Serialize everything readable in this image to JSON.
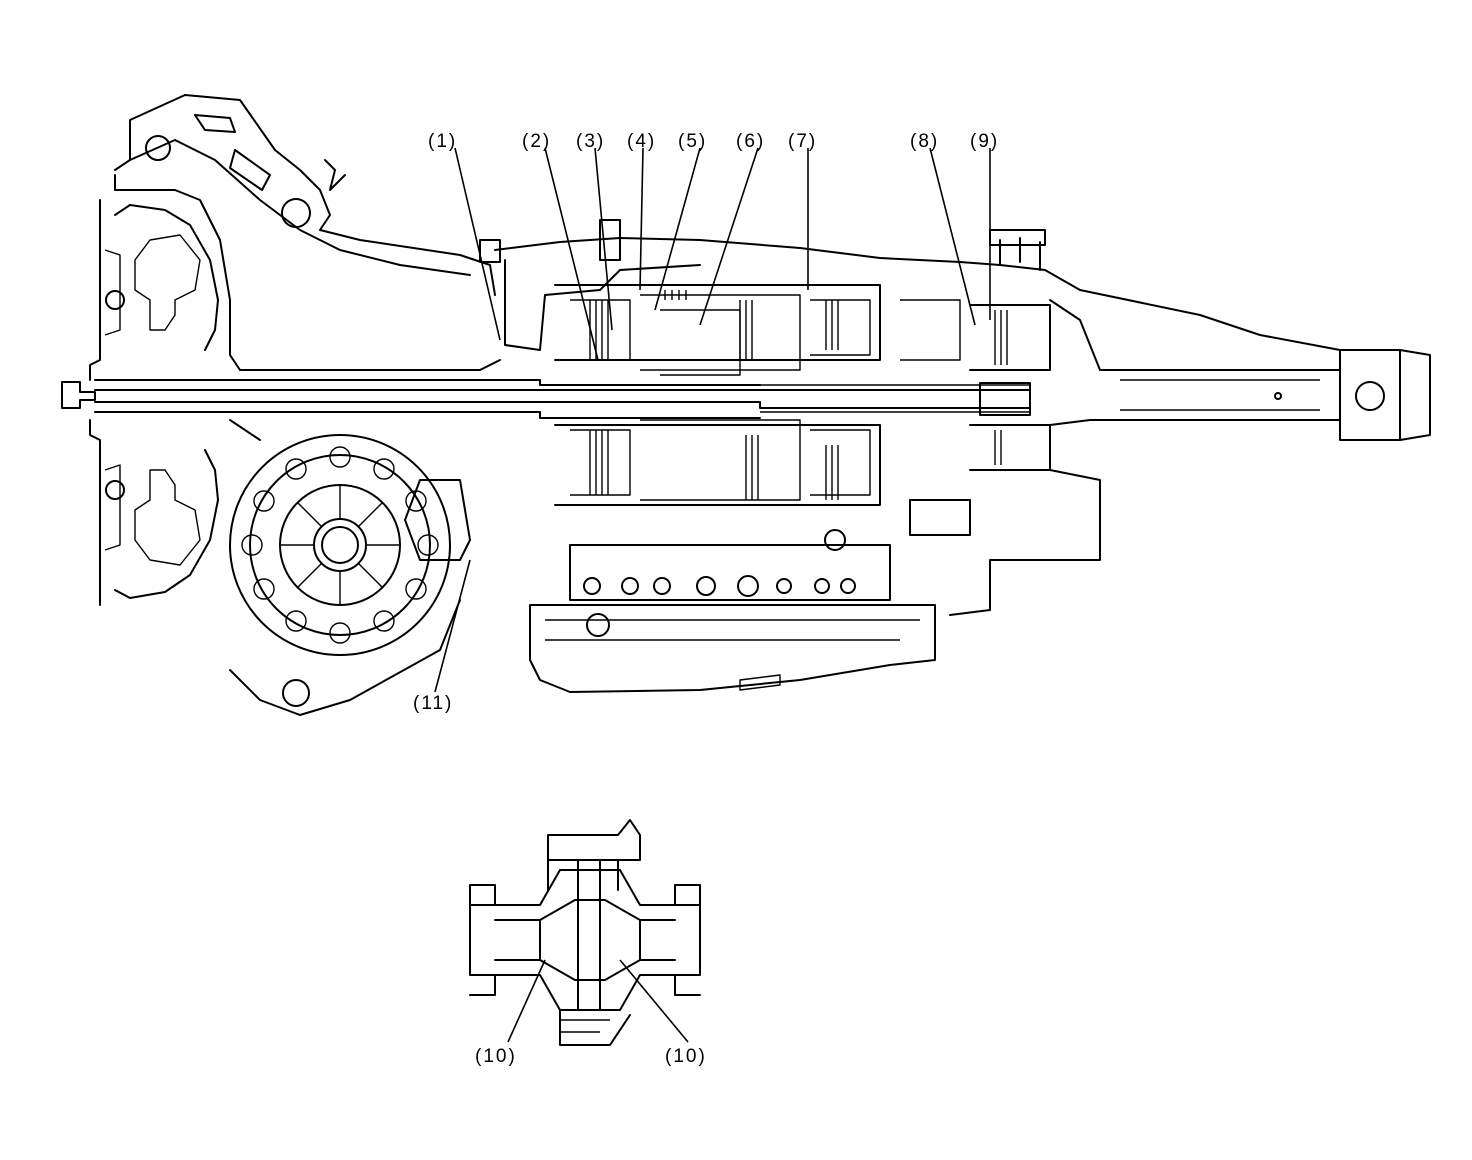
{
  "figure": {
    "subject": "automatic transmission cross-section",
    "line_color": "#000000",
    "background": "#ffffff"
  },
  "callouts": {
    "c1": "(1)",
    "c2": "(2)",
    "c3": "(3)",
    "c4": "(4)",
    "c5": "(5)",
    "c6": "(6)",
    "c7": "(7)",
    "c8": "(8)",
    "c9": "(9)",
    "c10a": "(10)",
    "c10b": "(10)",
    "c11": "(11)"
  }
}
